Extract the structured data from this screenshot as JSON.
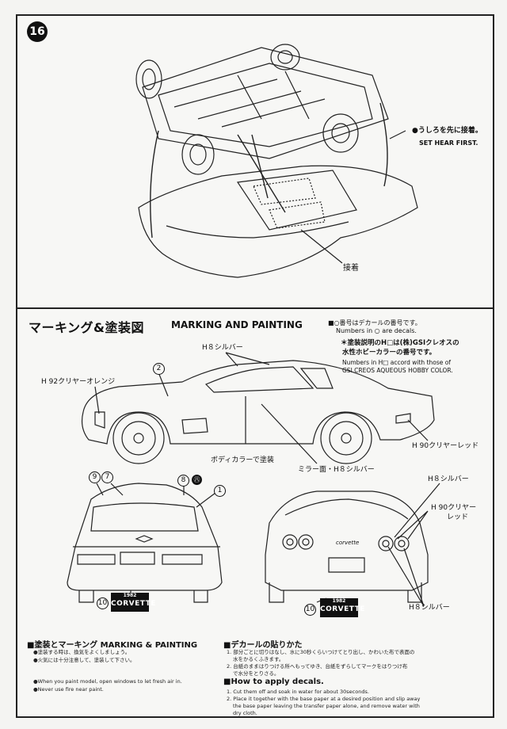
{
  "step": {
    "number": "16"
  },
  "top": {
    "note_ja": "●うしろを先に接着。",
    "note_en": "SET HEAR FIRST.",
    "glue_label": "接着"
  },
  "section": {
    "title_ja": "マーキング&塗装図",
    "title_en": "MARKING AND PAINTING",
    "legend_ja": "■○番号はデカールの番号です。",
    "legend_en": "Numbers in ○ are decals.",
    "paint_note_ja1": "＊塗装説明のH□は(株)GSIクレオスの",
    "paint_note_ja2": "水性ホビーカラーの番号です。",
    "paint_note_en1": "Numbers in H□ accord with those of",
    "paint_note_en2": "GSI CREOS AQUEOUS HOBBY COLOR."
  },
  "side_labels": {
    "h8_silver_top": "H８シルバー",
    "h92_clear_orange": "H 92クリヤーオレンジ",
    "body_color": "ボディカラーで塗装",
    "mirror": "ミラー面・H８シルバー",
    "h90_clear_red": "H 90クリヤーレッド"
  },
  "rear_labels": {
    "h8_silver_a": "H８シルバー",
    "h90_clear_red_1": "H 90クリヤー",
    "h90_clear_red_2": "レッド",
    "h8_silver_b": "H８シルバー",
    "corvette_script": "corvette"
  },
  "decals": {
    "side_2": "2",
    "front_9": "9",
    "front_7": "7",
    "front_8": "8",
    "front_circ": "㊇",
    "front_1": "1",
    "front_10": "10",
    "rear_10": "10"
  },
  "plate": {
    "year": "1982",
    "name": "CORVETTE"
  },
  "paint_section": {
    "heading": "■塗装とマーキング MARKING & PAINTING",
    "ja1": "●塗装する時は、換気をよくしましょう。",
    "ja2": "●火気には十分注意して、塗装して下さい。",
    "en1": "●When you paint model, open windows to let fresh air in.",
    "en2": "●Never use fire near paint."
  },
  "decal_section": {
    "heading_ja": "■デカールの貼りかた",
    "ja1": "1. 部分ごとに切りはなし、水に30秒くらいつけてとり出し、かわいた布で表面の",
    "ja1b": "水をかるくふきます。",
    "ja2": "2. 台紙のままはりつける所へもってゆき、台紙をずらしてマークをはりつけ布",
    "ja2b": "で水分をとりさる。",
    "heading_en": "■How to apply decals.",
    "en1": "1. Cut them off and soak in water for about 30seconds.",
    "en2": "2. Place it together with the base paper at a desired position and slip away",
    "en2b": "the base paper leaving the transfer paper alone, and remove water with",
    "en2c": "dry cloth."
  }
}
